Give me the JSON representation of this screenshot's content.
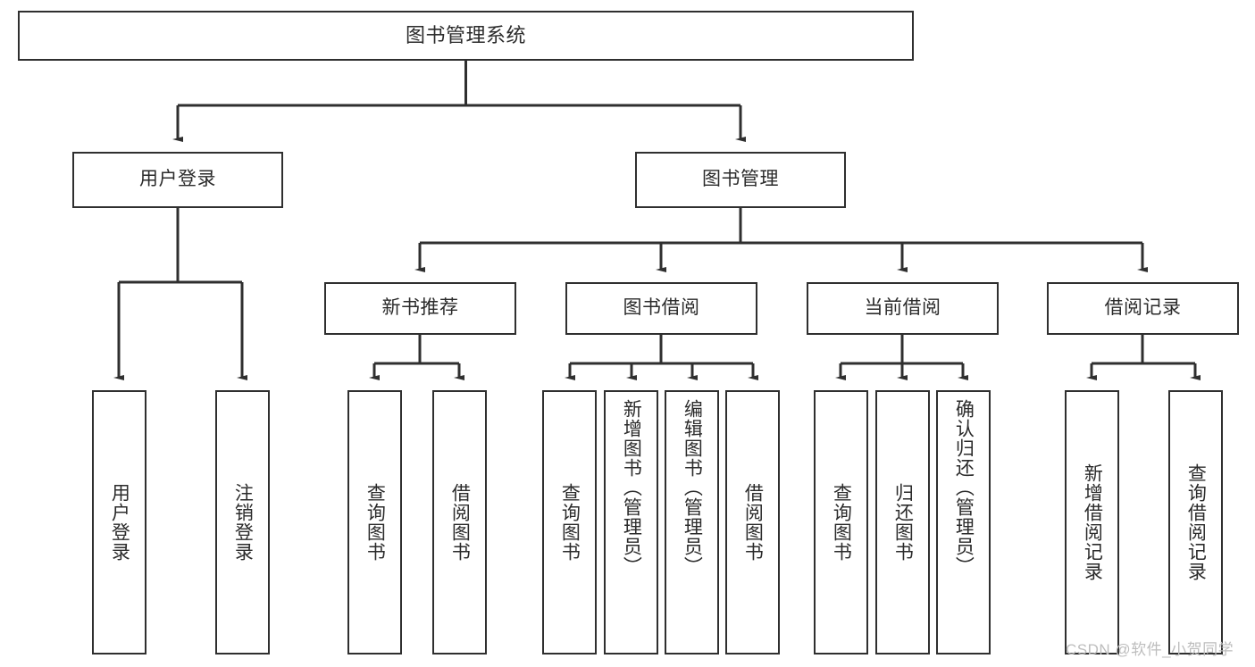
{
  "diagram": {
    "type": "tree-hierarchy",
    "title": "图书管理系统",
    "orientation": "top-down",
    "colors": {
      "box_border": "#2f2f2f",
      "box_fill": "#ffffff",
      "connector": "#2f2f2f",
      "text": "#2b2b2b",
      "watermark": "#bdbdbd",
      "background": "#ffffff"
    }
  },
  "root": {
    "label": "图书管理系统"
  },
  "level1": [
    {
      "label": "用户登录"
    },
    {
      "label": "图书管理"
    }
  ],
  "level2": [
    {
      "label": "新书推荐"
    },
    {
      "label": "图书借阅"
    },
    {
      "label": "当前借阅"
    },
    {
      "label": "借阅记录"
    }
  ],
  "leaves": {
    "user_login": [
      {
        "label": "用户登录"
      },
      {
        "label": "注销登录"
      }
    ],
    "new_book_recommend": [
      {
        "label": "查询图书"
      },
      {
        "label": "借阅图书"
      }
    ],
    "book_borrow": [
      {
        "label": "查询图书"
      },
      {
        "label": "新增图书（管理员）"
      },
      {
        "label": "编辑图书（管理员）"
      },
      {
        "label": "借阅图书"
      }
    ],
    "current_borrow": [
      {
        "label": "查询图书"
      },
      {
        "label": "归还图书"
      },
      {
        "label": "确认归还（管理员）"
      }
    ],
    "borrow_record": [
      {
        "label": "新增借阅记录"
      },
      {
        "label": "查询借阅记录"
      }
    ]
  },
  "watermark": {
    "text": "CSDN @软件_小贺同学"
  }
}
